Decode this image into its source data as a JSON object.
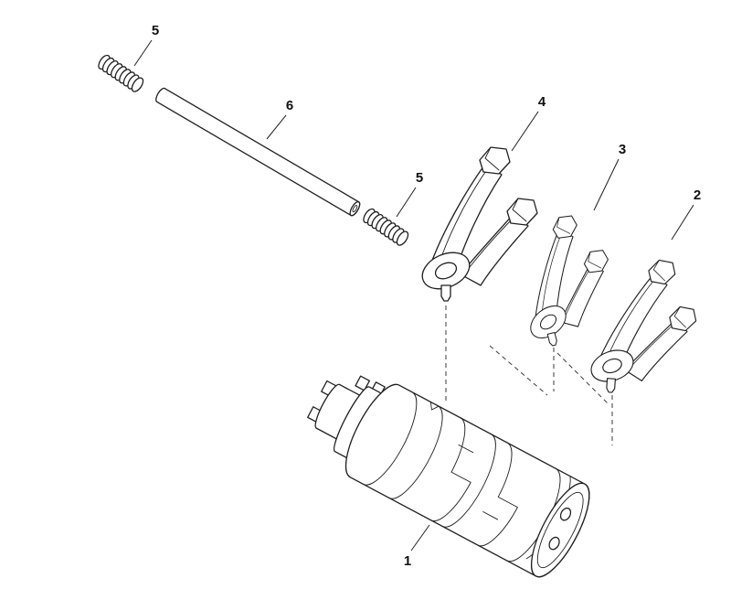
{
  "diagram": {
    "background_color": "#ffffff",
    "line_color": "#1f1f1f",
    "type": "exploded-parts-diagram"
  },
  "callouts": [
    {
      "id": "callout-5-upper",
      "text": "5"
    },
    {
      "id": "callout-6",
      "text": "6"
    },
    {
      "id": "callout-5-lower",
      "text": "5"
    },
    {
      "id": "callout-4",
      "text": "4"
    },
    {
      "id": "callout-3",
      "text": "3"
    },
    {
      "id": "callout-2",
      "text": "2"
    },
    {
      "id": "callout-1",
      "text": "1"
    }
  ]
}
